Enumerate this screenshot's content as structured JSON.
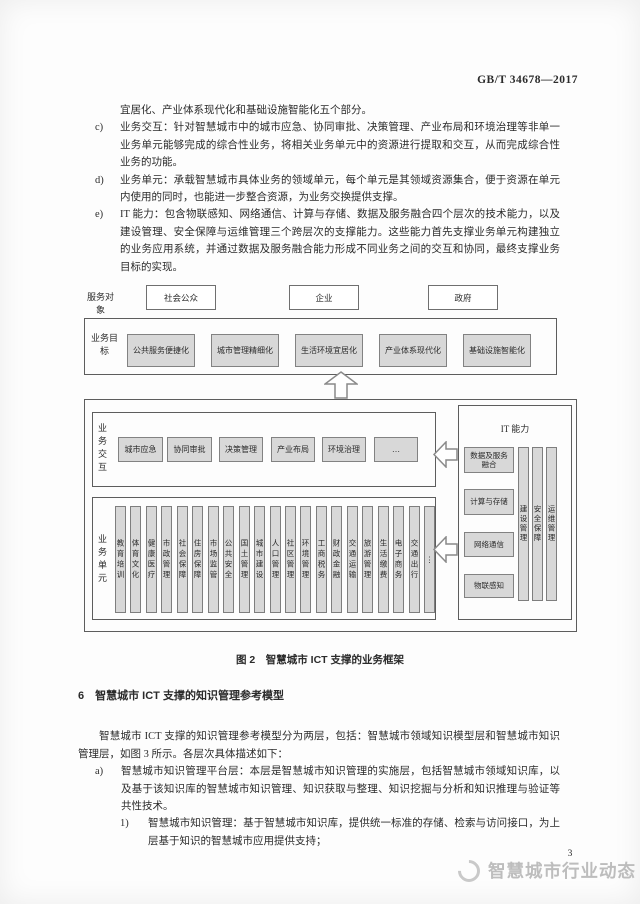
{
  "header": {
    "doc_number": "GB/T 34678—2017"
  },
  "body": {
    "b_continuation": "宜居化、产业体系现代化和基础设施智能化五个部分。",
    "items": [
      {
        "marker": "c)",
        "text": "业务交互：针对智慧城市中的城市应急、协同审批、决策管理、产业布局和环境治理等非单一业务单元能够完成的综合性业务，将相关业务单元中的资源进行提取和交互，从而完成综合性业务的功能。"
      },
      {
        "marker": "d)",
        "text": "业务单元：承载智慧城市具体业务的领域单元，每个单元是其领域资源集合，便于资源在单元内使用的同时，也能进一步整合资源，为业务交换提供支撑。"
      },
      {
        "marker": "e)",
        "text": "IT 能力：包含物联感知、网络通信、计算与存储、数据及服务融合四个层次的技术能力，以及建设管理、安全保障与运维管理三个跨层次的支撑能力。这些能力首先支撑业务单元构建独立的业务应用系统，并通过数据及服务融合能力形成不同业务之间的交互和协同，最终支撑业务目标的实现。"
      }
    ]
  },
  "figure": {
    "caption": "图 2　智慧城市 ICT 支撑的业务框架",
    "service_objects": {
      "label": "服务对象",
      "boxes": [
        "社会公众",
        "企业",
        "政府"
      ]
    },
    "goals": {
      "label": "业务目标",
      "boxes": [
        "公共服务便捷化",
        "城市管理精细化",
        "生活环境宜居化",
        "产业体系现代化",
        "基础设施智能化"
      ]
    },
    "interaction": {
      "label": "业务交互",
      "boxes": [
        "城市应急",
        "协同审批",
        "决策管理",
        "产业布局",
        "环境治理",
        "…"
      ]
    },
    "units": {
      "label": "业务单元",
      "boxes": [
        "教育培训",
        "体育文化",
        "健康医疗",
        "市政管理",
        "社会保障",
        "住房保障",
        "市场监管",
        "公共安全",
        "国土管理",
        "城市建设",
        "人口管理",
        "社区管理",
        "环境管理",
        "工商税务",
        "财政金融",
        "交通运输",
        "旅游管理",
        "生活缴费",
        "电子商务",
        "交通出行",
        "⋮"
      ]
    },
    "it": {
      "label": "IT 能力",
      "layers": [
        "数据及服务融合",
        "计算与存储",
        "网络通信",
        "物联感知"
      ],
      "cross": [
        "建设管理",
        "安全保障",
        "运维管理"
      ]
    }
  },
  "section6": {
    "heading": "6　智慧城市 ICT 支撑的知识管理参考模型",
    "paragraph": "智慧城市 ICT 支撑的知识管理参考模型分为两层，包括：智慧城市领域知识模型层和智慧城市知识管理层，如图 3 所示。各层次具体描述如下：",
    "items": [
      {
        "marker": "a)",
        "text": "智慧城市知识管理平台层：本层是智慧城市知识管理的实施层，包括智慧城市领域知识库，以及基于该知识库的智慧城市知识管理、知识获取与整理、知识挖掘与分析和知识推理与验证等共性技术。"
      },
      {
        "marker": "1)",
        "text": "智慧城市知识管理：基于智慧城市知识库，提供统一标准的存储、检索与访问接口，为上层基于知识的智慧城市应用提供支持；"
      }
    ]
  },
  "footer": {
    "page_number": "3",
    "watermark_text": "智慧城市行业动态"
  },
  "colors": {
    "box_fill": "#d8d8d8",
    "box_border": "#7d7d7d",
    "frame_border": "#5d5d5d",
    "watermark_gray": "#bdbdbd"
  }
}
